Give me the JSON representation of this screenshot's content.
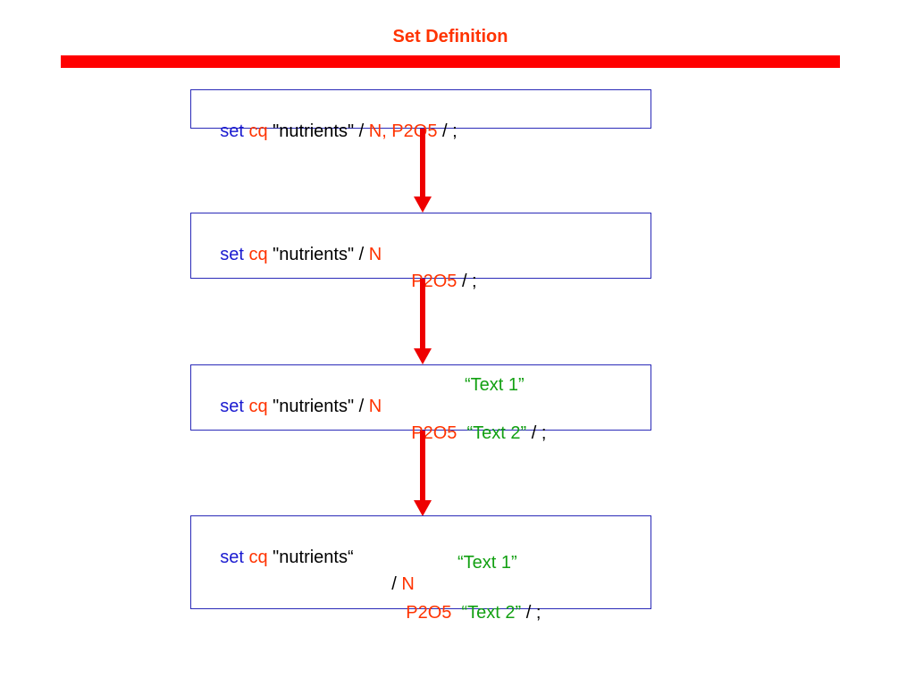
{
  "title": "Set Definition",
  "boxes": [
    {
      "lines": [
        [
          {
            "text": "set",
            "color": "blue"
          },
          {
            "text": " "
          },
          {
            "text": "cq",
            "color": "red"
          },
          {
            "text": " \"nutrients\" / "
          },
          {
            "text": "N, P2O5",
            "color": "red"
          },
          {
            "text": " / ;"
          }
        ]
      ]
    },
    {
      "lines": [
        [
          {
            "text": "set",
            "color": "blue"
          },
          {
            "text": " "
          },
          {
            "text": "cq",
            "color": "red"
          },
          {
            "text": " \"nutrients\" / "
          },
          {
            "text": "N",
            "color": "red"
          }
        ],
        [
          {
            "text": "P2O5",
            "color": "red"
          },
          {
            "text": " / ;"
          }
        ]
      ]
    },
    {
      "lines": [
        [
          {
            "text": "set",
            "color": "blue"
          },
          {
            "text": " "
          },
          {
            "text": "cq",
            "color": "red"
          },
          {
            "text": " \"nutrients\" / "
          },
          {
            "text": "N",
            "color": "red"
          },
          {
            "text": "“Text 1”",
            "color": "green"
          }
        ],
        [
          {
            "text": "P2O5",
            "color": "red"
          },
          {
            "text": "  "
          },
          {
            "text": "“Text 2”",
            "color": "green"
          },
          {
            "text": " / ;"
          }
        ]
      ]
    },
    {
      "lines": [
        [
          {
            "text": "set",
            "color": "blue"
          },
          {
            "text": " "
          },
          {
            "text": "cq",
            "color": "red"
          },
          {
            "text": " \"nutrients“"
          }
        ],
        [
          {
            "text": "/ "
          },
          {
            "text": "N",
            "color": "red"
          },
          {
            "text": "“Text 1”",
            "color": "green"
          }
        ],
        [
          {
            "text": "P2O5",
            "color": "red"
          },
          {
            "text": "  "
          },
          {
            "text": "“Text 2”",
            "color": "green"
          },
          {
            "text": " / ;"
          }
        ]
      ]
    }
  ],
  "colors": {
    "title": "#ff3300",
    "title_bar": "#ff0000",
    "keyword_blue": "#1a1ad0",
    "identifier_red": "#ff3300",
    "text_green": "#12a012",
    "box_border": "#2a2ab8",
    "arrow": "#ee0000"
  }
}
